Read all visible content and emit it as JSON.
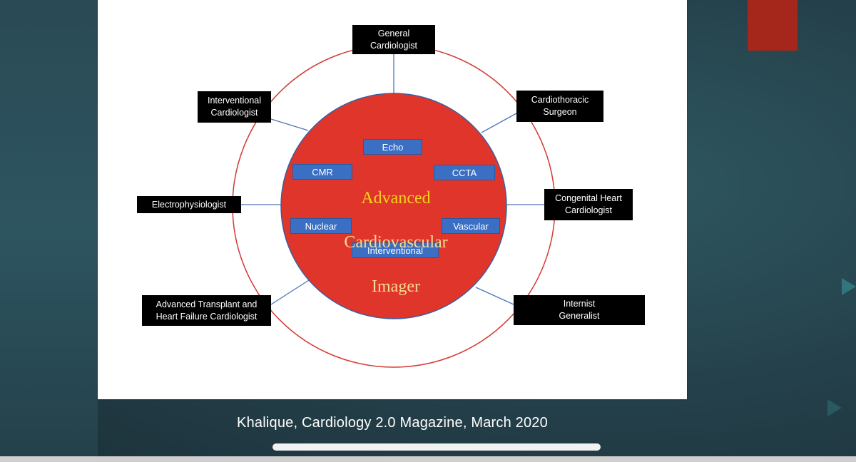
{
  "diagram": {
    "center": {
      "title_line1": "Advanced",
      "title_line2": "Cardiovascular",
      "title_line3": "Imager"
    },
    "modalities": {
      "echo": "Echo",
      "cmr": "CMR",
      "ccta": "CCTA",
      "nuclear": "Nuclear",
      "vascular": "Vascular",
      "interventional": "Interventional"
    },
    "specialists": {
      "general": "General\nCardiologist",
      "interventional": "Interventional\nCardiologist",
      "cardiothoracic": "Cardiothoracic\nSurgeon",
      "electrophysiologist": "Electrophysiologist",
      "congenital": "Congenital Heart\nCardiologist",
      "transplant": "Advanced Transplant and\nHeart Failure Cardiologist",
      "internist": "Internist\nGeneralist"
    },
    "colors": {
      "inner_circle": "#e0352b",
      "outer_ring": "#d23a32",
      "connector": "#4f76b7",
      "modality_box": "#3a6fc4",
      "title_yellow": "#f5d21a",
      "accent_block": "#a5271c"
    }
  },
  "caption": "Khalique, Cardiology 2.0 Magazine, March 2020"
}
